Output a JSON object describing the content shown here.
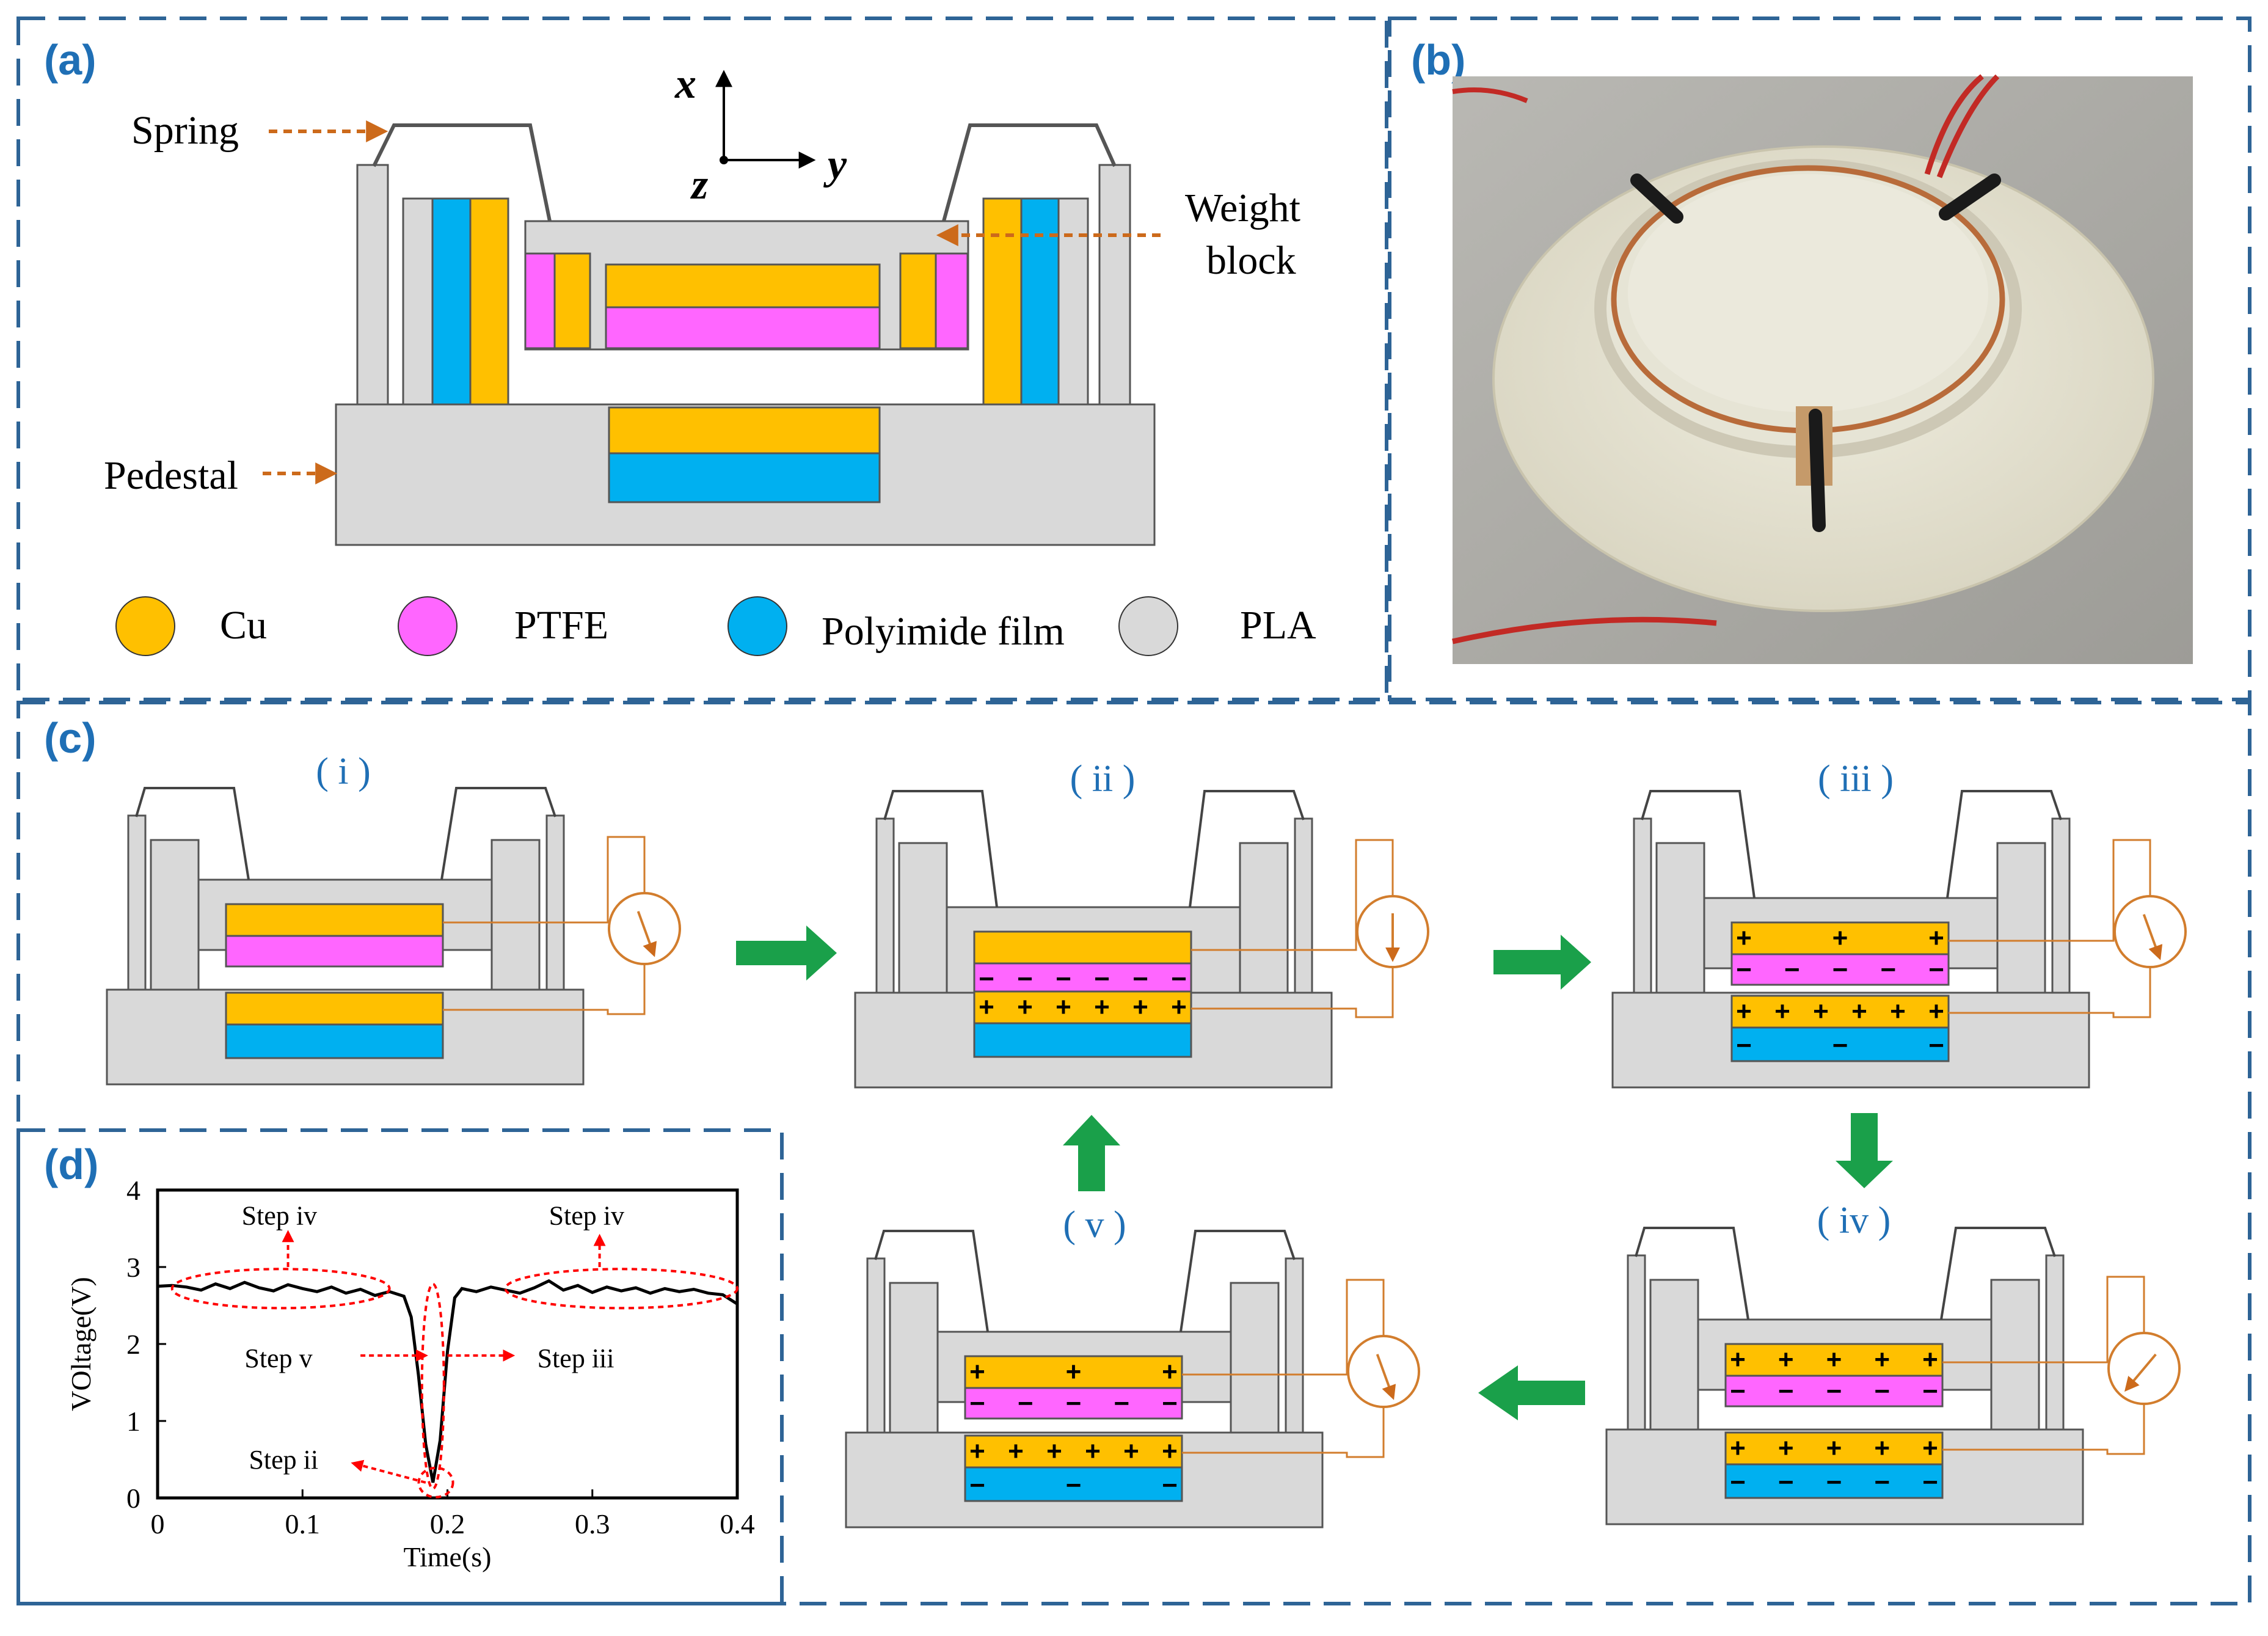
{
  "colors": {
    "cu": "#ffc000",
    "ptfe": "#ff66ff",
    "polyimide": "#00b0f0",
    "pla": "#d9d9d9",
    "frame": "#2e6496",
    "label": "#1f6fb5",
    "arrow_green": "#1aa04a",
    "annotation": "#cc6a1b",
    "wire": "#d27d2d",
    "red": "#ff0000"
  },
  "panels": {
    "a": "(a)",
    "b": "(b)",
    "c": "(c)",
    "d": "(d)"
  },
  "panel_a": {
    "axes": {
      "x": "x",
      "y": "y",
      "z": "z"
    },
    "callouts": {
      "spring": "Spring",
      "weight_line1": "Weight",
      "weight_line2": "block",
      "pedestal": "Pedestal"
    },
    "legend": [
      {
        "label": "Cu",
        "color_key": "cu"
      },
      {
        "label": "PTFE",
        "color_key": "ptfe"
      },
      {
        "label": "Polyimide film",
        "color_key": "polyimide"
      },
      {
        "label": "PLA",
        "color_key": "pla"
      }
    ]
  },
  "panel_b": {
    "icon": "photo-of-device"
  },
  "panel_c": {
    "stages": [
      {
        "id": "i",
        "label": "( i )"
      },
      {
        "id": "ii",
        "label": "( ii )"
      },
      {
        "id": "iii",
        "label": "( iii )"
      },
      {
        "id": "iv",
        "label": "( iv )"
      },
      {
        "id": "v",
        "label": "( v )"
      }
    ]
  },
  "chart_data": {
    "type": "line",
    "ylabel": "VOltage(V)",
    "xlabel": "Time(s)",
    "xlim": [
      0,
      0.4
    ],
    "ylim": [
      0,
      4
    ],
    "xticks": [
      "0",
      "0.1",
      "0.2",
      "0.3",
      "0.4"
    ],
    "yticks": [
      "0",
      "1",
      "2",
      "3",
      "4"
    ],
    "annotations": [
      {
        "text": "Step iv",
        "target": "left-plateau"
      },
      {
        "text": "Step iv",
        "target": "right-plateau"
      },
      {
        "text": "Step v",
        "target": "falling-edge"
      },
      {
        "text": "Step iii",
        "target": "rising-edge"
      },
      {
        "text": "Step ii",
        "target": "minimum"
      }
    ],
    "x": [
      0,
      0.01,
      0.02,
      0.03,
      0.04,
      0.05,
      0.06,
      0.07,
      0.08,
      0.09,
      0.1,
      0.11,
      0.12,
      0.13,
      0.14,
      0.15,
      0.16,
      0.17,
      0.175,
      0.18,
      0.185,
      0.19,
      0.195,
      0.2,
      0.205,
      0.21,
      0.22,
      0.23,
      0.24,
      0.25,
      0.26,
      0.27,
      0.28,
      0.29,
      0.3,
      0.31,
      0.32,
      0.33,
      0.34,
      0.35,
      0.36,
      0.37,
      0.38,
      0.39,
      0.4
    ],
    "y": [
      2.75,
      2.76,
      2.74,
      2.7,
      2.78,
      2.72,
      2.8,
      2.73,
      2.69,
      2.77,
      2.72,
      2.68,
      2.74,
      2.66,
      2.71,
      2.63,
      2.68,
      2.62,
      2.35,
      1.6,
      0.7,
      0.2,
      0.75,
      1.9,
      2.6,
      2.72,
      2.68,
      2.74,
      2.7,
      2.66,
      2.73,
      2.82,
      2.7,
      2.76,
      2.67,
      2.74,
      2.69,
      2.73,
      2.66,
      2.72,
      2.68,
      2.71,
      2.66,
      2.64,
      2.52
    ]
  }
}
